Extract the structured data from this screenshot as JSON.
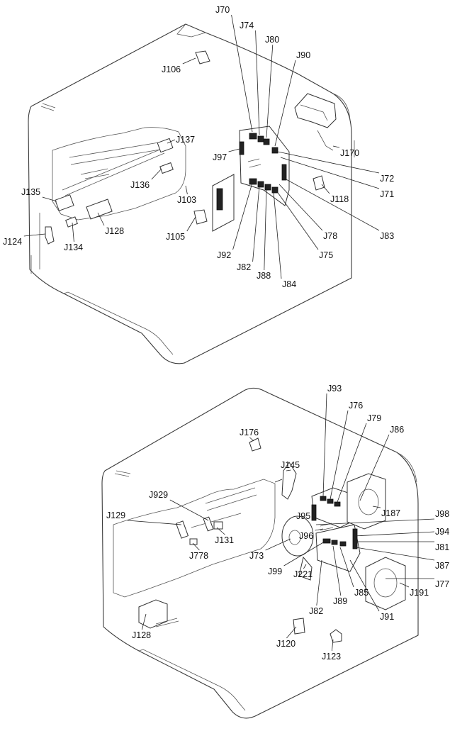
{
  "top_diagram": {
    "labels": [
      "J70",
      "J74",
      "J80",
      "J90",
      "J106",
      "J137",
      "J97",
      "J170",
      "J72",
      "J71",
      "J135",
      "J136",
      "J103",
      "J118",
      "J83",
      "J124",
      "J134",
      "J128",
      "J105",
      "J78",
      "J75",
      "J92",
      "J82",
      "J88",
      "J84"
    ]
  },
  "bottom_diagram": {
    "labels": [
      "J93",
      "J76",
      "J79",
      "J86",
      "J176",
      "J145",
      "J929",
      "J187",
      "J98",
      "J129",
      "J95",
      "J94",
      "J96",
      "J81",
      "J87",
      "J77",
      "J73",
      "J131",
      "J778",
      "J99",
      "J221",
      "J191",
      "J128",
      "J82",
      "J89",
      "J85",
      "J91",
      "J120",
      "J123"
    ]
  }
}
